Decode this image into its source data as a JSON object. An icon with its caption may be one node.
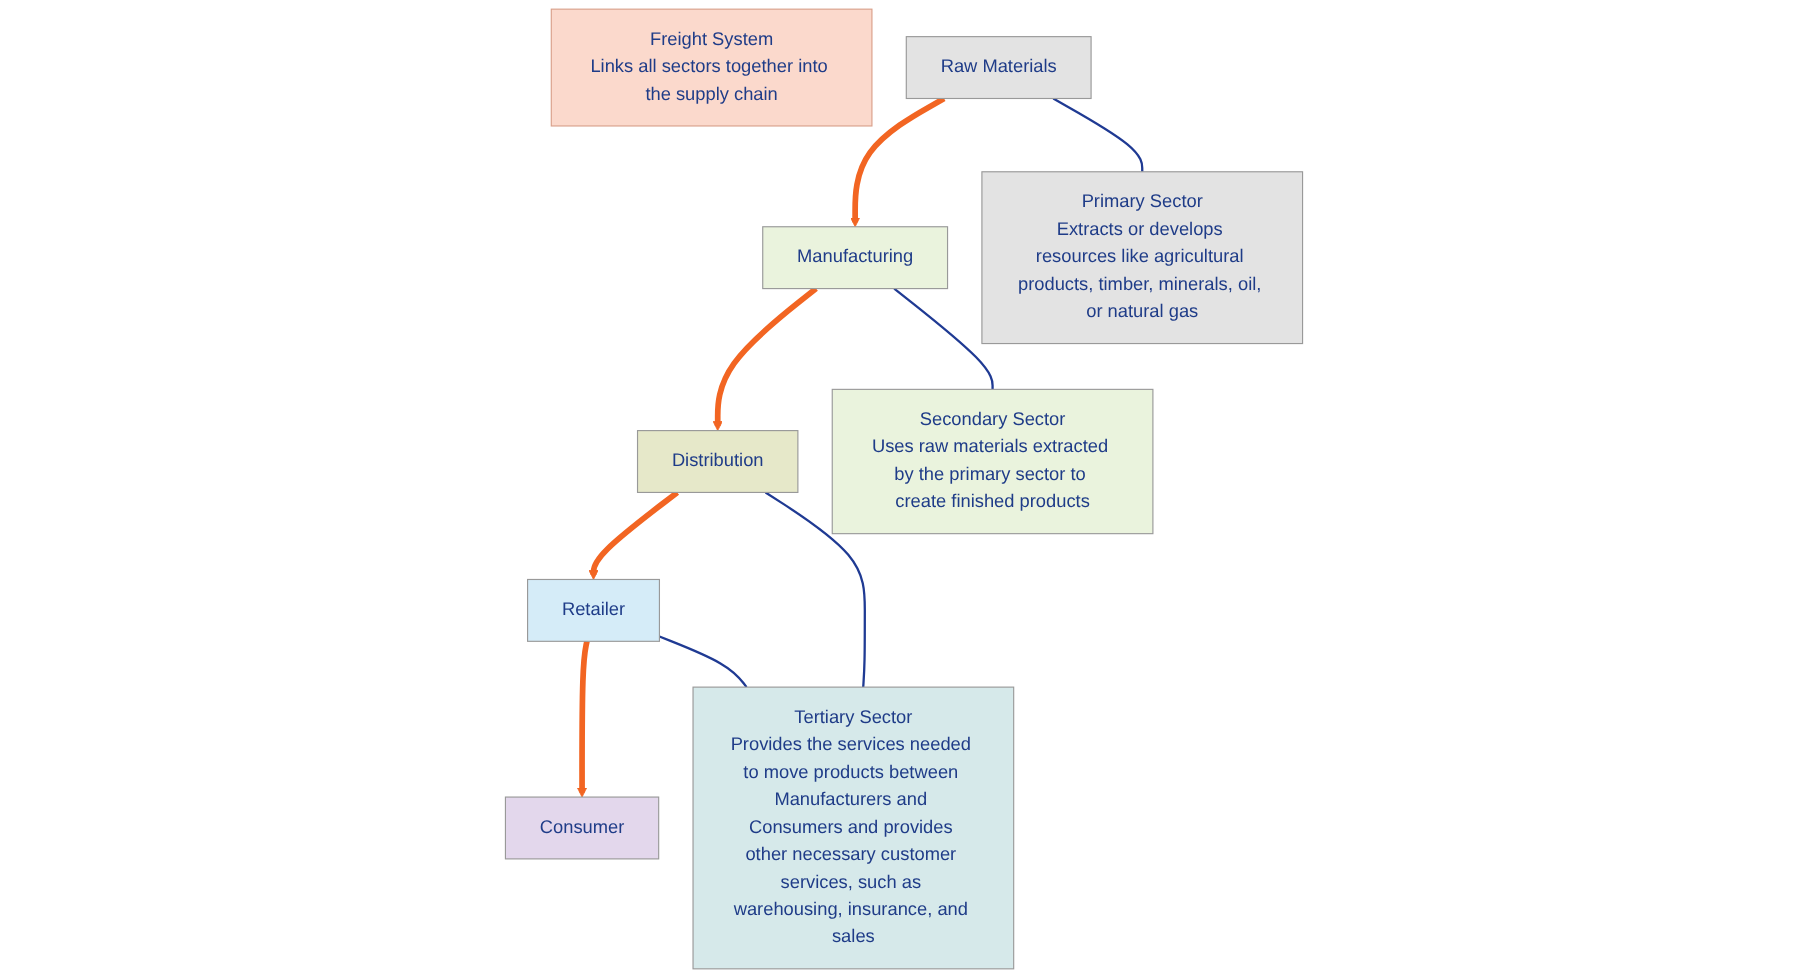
{
  "diagram": {
    "nodes": [
      {
        "text": [
          "Freight System",
          "Links all sectors together into the supply chain"
        ]
      },
      {
        "text": [
          "Raw Materials"
        ]
      },
      {
        "text": [
          "Manufacturing"
        ]
      },
      {
        "text": [
          "Distribution"
        ]
      },
      {
        "text": [
          "Retailer"
        ]
      },
      {
        "text": [
          "Consumer"
        ]
      },
      {
        "text": [
          "Primary Sector",
          "Extracts or develops resources like agricultural products, timber, minerals, oil, or natural gas"
        ]
      },
      {
        "text": [
          "Secondary Sector",
          "Uses raw materials extracted by the primary sector to create finished products"
        ]
      },
      {
        "text": [
          "Tertiary Sector",
          "Provides the services needed to move products between Manufacturers and Consumers and provides other necessary customer services, such as warehousing, insurance, and sales"
        ]
      }
    ],
    "edges": [
      {
        "from": 1,
        "to": 2,
        "arrow": "to",
        "style": "thick",
        "color": "#f26522"
      },
      {
        "from": 2,
        "to": 3,
        "arrow": "to",
        "style": "thick",
        "color": "#f26522"
      },
      {
        "from": 3,
        "to": 4,
        "arrow": "to",
        "style": "thick",
        "color": "#f26522"
      },
      {
        "from": 4,
        "to": 5,
        "arrow": "to",
        "style": "thick",
        "color": "#f26522"
      },
      {
        "from": 1,
        "to": 6,
        "arrow": "none",
        "color": "#1f3a93"
      },
      {
        "from": 2,
        "to": 7,
        "arrow": "none",
        "color": "#1f3a93"
      },
      {
        "from": 3,
        "to": 8,
        "arrow": "none",
        "color": "#1f3a93"
      },
      {
        "from": 4,
        "to": 8,
        "arrow": "none",
        "color": "#1f3a93"
      }
    ]
  }
}
